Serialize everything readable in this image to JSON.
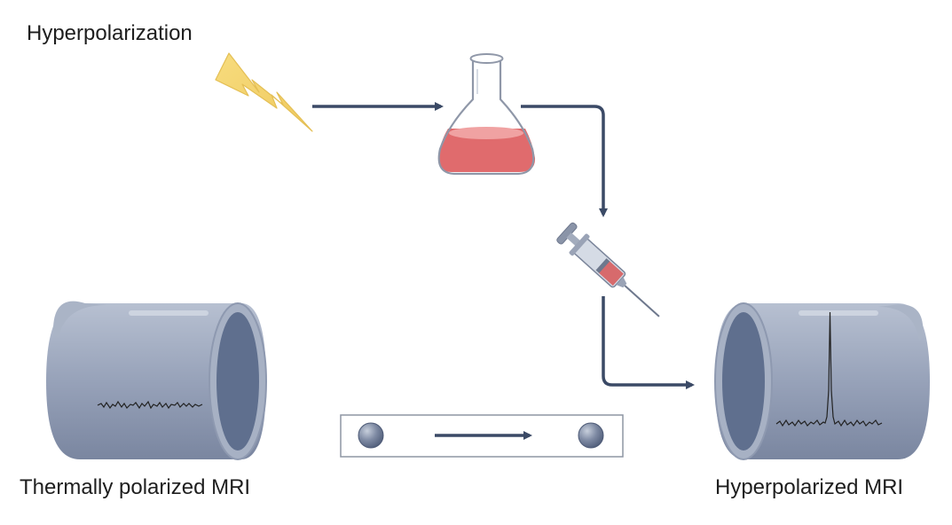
{
  "labels": {
    "hyperpolarization": "Hyperpolarization",
    "thermally_polarized_mri": "Thermally polarized MRI",
    "hyperpolarized_mri": "Hyperpolarized MRI"
  },
  "icons": {
    "energy": "lightning-bolt-icon",
    "flask": "erlenmeyer-flask-icon",
    "syringe": "syringe-icon",
    "scanner": "mri-scanner-icon",
    "spin": "nuclear-spin-sphere-icon"
  },
  "colors": {
    "arrow": "#3b4a66",
    "liquid": "#e06b6d",
    "bolt": "#f5d778",
    "scanner_body": "#8e99b0",
    "scanner_inner": "#5f6f8e"
  }
}
